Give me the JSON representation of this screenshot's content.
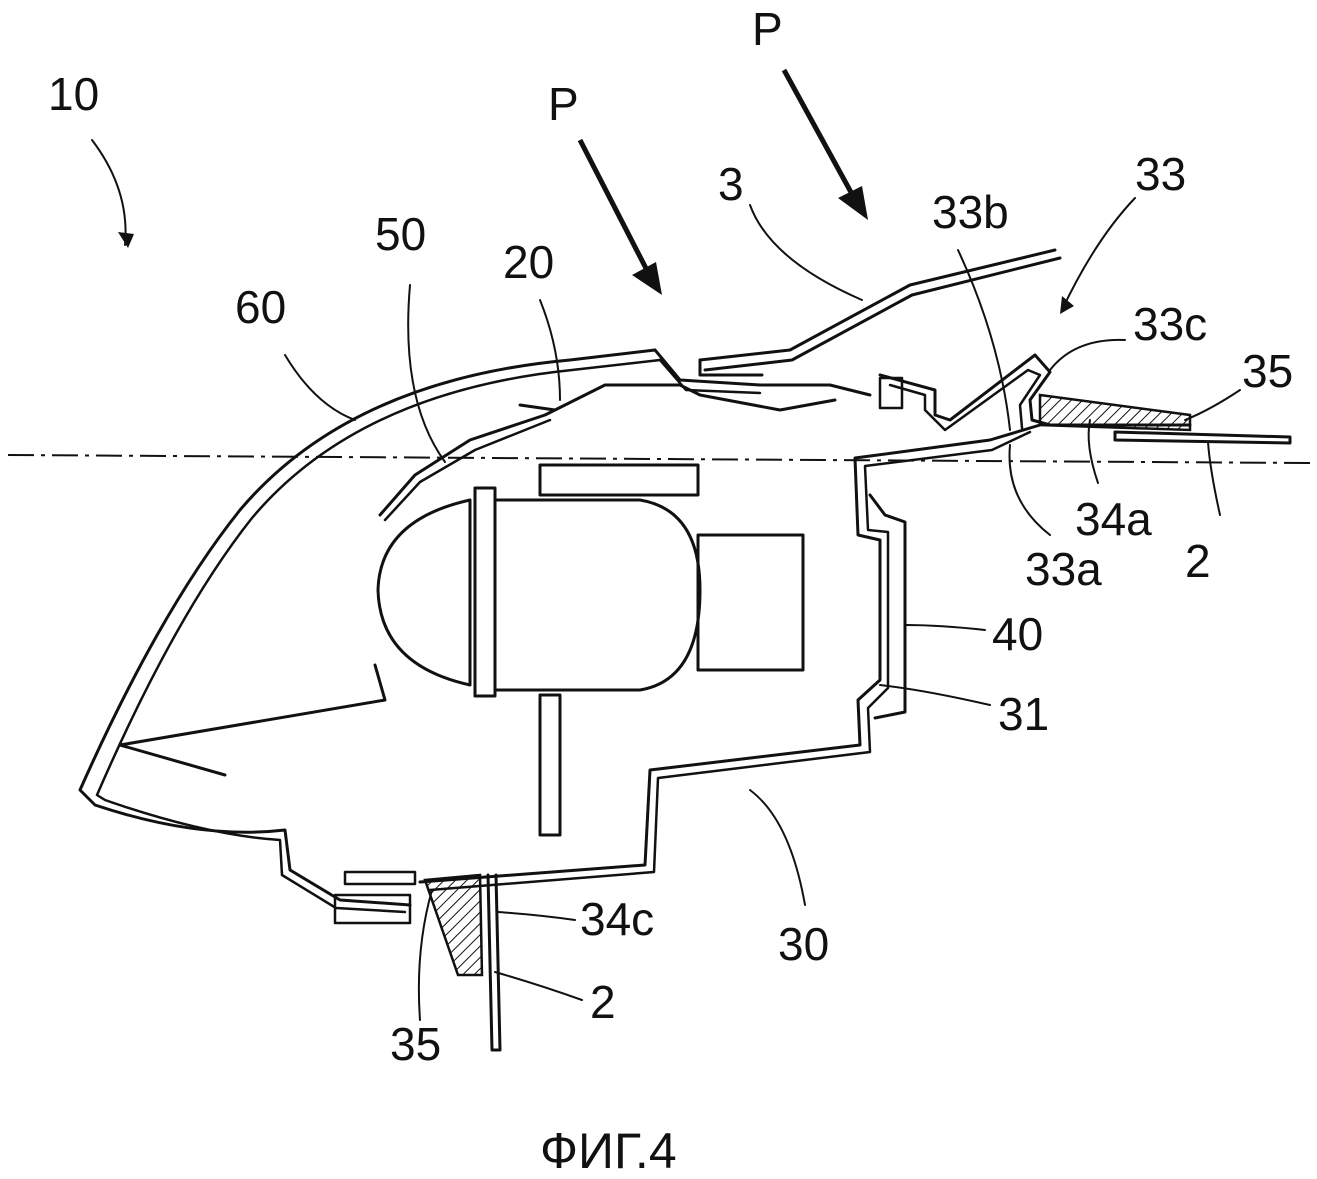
{
  "figure": {
    "caption": "ФИГ.4",
    "arrow_labels": [
      "P",
      "P"
    ],
    "reference_labels": {
      "r10": "10",
      "r60": "60",
      "r50": "50",
      "r20": "20",
      "r3": "3",
      "r33b": "33b",
      "r33": "33",
      "r33c": "33c",
      "r35_top": "35",
      "r34a": "34a",
      "r33a": "33a",
      "r2_right": "2",
      "r40": "40",
      "r31": "31",
      "r30": "30",
      "r34c": "34c",
      "r2_bottom": "2",
      "r35_bottom": "35"
    }
  }
}
